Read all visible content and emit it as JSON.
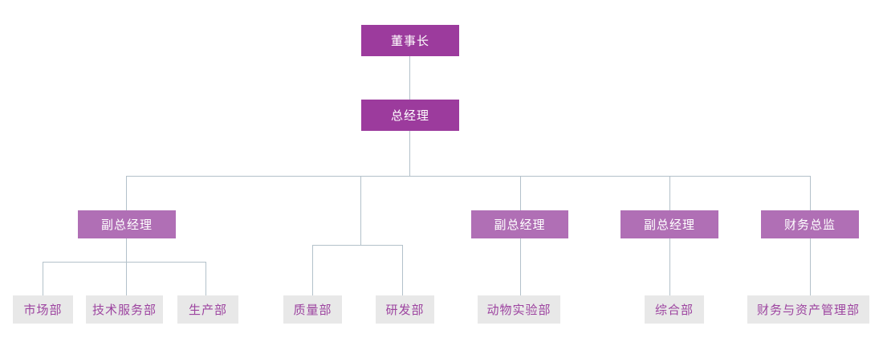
{
  "diagram": {
    "type": "org-chart",
    "colors": {
      "top_level_fill": "#9C3B9D",
      "mid_level_fill": "#B06FB5",
      "leaf_fill": "#E8E8E8",
      "top_mid_text": "#FFFFFF",
      "leaf_text": "#9D44A0",
      "connector": "#B3C1CA",
      "background": "#FFFFFF"
    },
    "nodes": [
      {
        "id": "chairman",
        "label": "董事长",
        "level": 1,
        "parent": null
      },
      {
        "id": "gm",
        "label": "总经理",
        "level": 2,
        "parent": "chairman"
      },
      {
        "id": "vp1",
        "label": "副总经理",
        "level": 3,
        "parent": "gm"
      },
      {
        "id": "vp2",
        "label": "副总经理",
        "level": 3,
        "parent": "gm"
      },
      {
        "id": "vp3",
        "label": "副总经理",
        "level": 3,
        "parent": "gm"
      },
      {
        "id": "cfo",
        "label": "财务总监",
        "level": 3,
        "parent": "gm"
      },
      {
        "id": "market",
        "label": "市场部",
        "level": 4,
        "parent": "vp1"
      },
      {
        "id": "tech",
        "label": "技术服务部",
        "level": 4,
        "parent": "vp1"
      },
      {
        "id": "prod",
        "label": "生产部",
        "level": 4,
        "parent": "vp1"
      },
      {
        "id": "quality",
        "label": "质量部",
        "level": 4,
        "parent": "gm"
      },
      {
        "id": "rd",
        "label": "研发部",
        "level": 4,
        "parent": "gm"
      },
      {
        "id": "animal",
        "label": "动物实验部",
        "level": 4,
        "parent": "vp2"
      },
      {
        "id": "general",
        "label": "综合部",
        "level": 4,
        "parent": "vp3"
      },
      {
        "id": "finance",
        "label": "财务与资产管理部",
        "level": 4,
        "parent": "cfo"
      }
    ]
  }
}
